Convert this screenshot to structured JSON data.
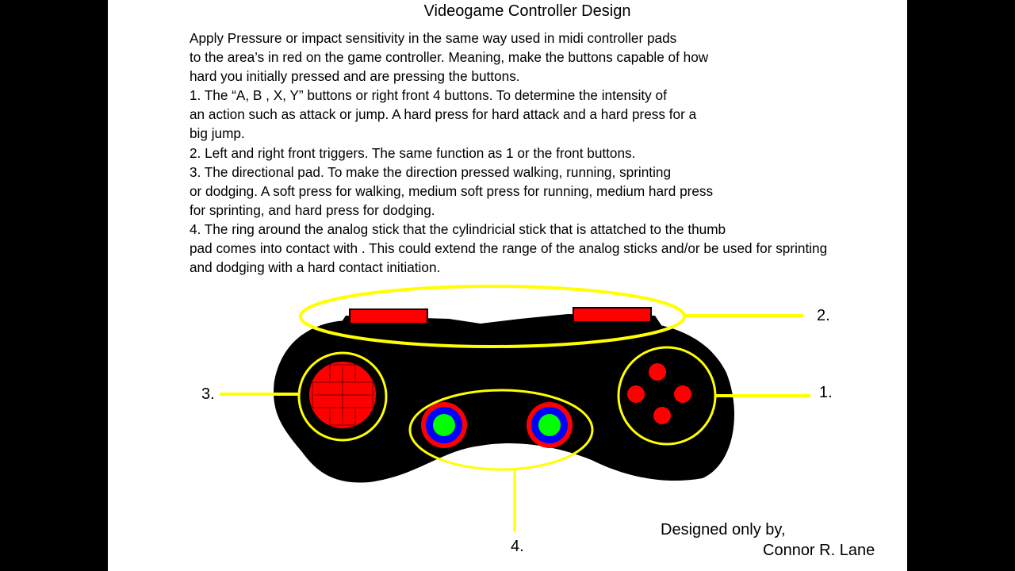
{
  "title": "Videogame Controller Design",
  "description_lines": [
    "Apply Pressure or impact sensitivity in the same way used in midi controller pads",
    "to the area’s in red on the game controller. Meaning, make the buttons capable of how",
    "hard you initially pressed and are pressing the buttons.",
    "1. The “A, B , X, Y” buttons or right front 4 buttons.  To determine the intensity of",
    "an action such as attack or jump. A hard press for hard attack and a hard press for a",
    "big jump.",
    "2. Left and right front triggers. The same function as 1 or the front buttons.",
    "3. The directional pad.  To make the direction pressed walking, running, sprinting",
    "or dodging. A soft press for walking, medium soft press for running, medium hard press",
    "for sprinting, and hard press for dodging.",
    "4. The ring around the analog stick that the cylindricial stick that is attatched to the thumb",
    "pad comes into contact with . This could extend the range of the analog sticks and/or be used for sprinting",
    "and dodging with a hard contact initiation."
  ],
  "callouts": {
    "one": "1.",
    "two": "2.",
    "three": "3.",
    "four": "4."
  },
  "credit": {
    "line1": "Designed only by,",
    "line2": "Connor R. Lane"
  },
  "colors": {
    "background": "#000000",
    "sheet": "#ffffff",
    "controller_body": "#000000",
    "pressure_area": "#ff0000",
    "highlight_ring": "#ffff00",
    "stick_ring": "#0000ff",
    "stick_center": "#00ff00"
  }
}
